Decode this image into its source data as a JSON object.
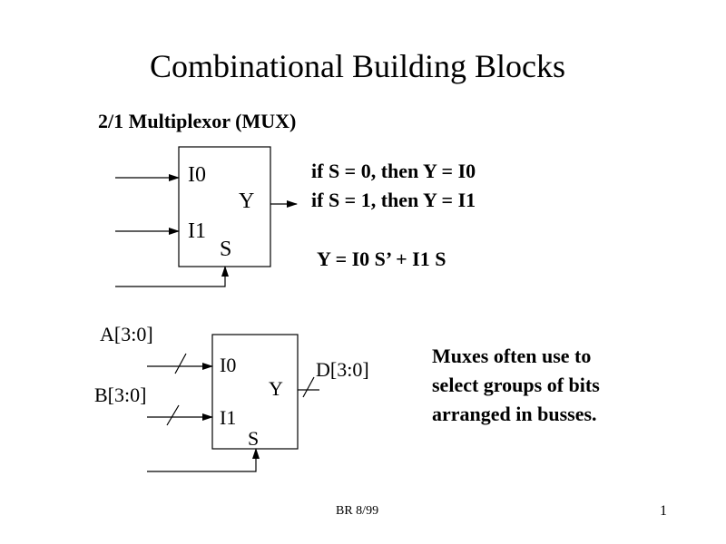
{
  "slide": {
    "title": "Combinational Building Blocks",
    "subtitle": "2/1 Multiplexor (MUX)",
    "footer_ref": "BR 8/99",
    "page_number": "1"
  },
  "mux1": {
    "in0": "I0",
    "in1": "I1",
    "out": "Y",
    "sel": "S",
    "rule_s0": "if S = 0, then Y =  I0",
    "rule_s1": "if S = 1, then Y =  I1",
    "equation": "Y = I0 S’  +  I1 S"
  },
  "mux2": {
    "in0": "I0",
    "in1": "I1",
    "out": "Y",
    "sel": "S",
    "bus_a": "A[3:0]",
    "bus_b": "B[3:0]",
    "bus_d": "D[3:0]"
  },
  "note": {
    "line1": "Muxes often use to",
    "line2": "select groups of bits",
    "line3": "arranged in busses."
  }
}
